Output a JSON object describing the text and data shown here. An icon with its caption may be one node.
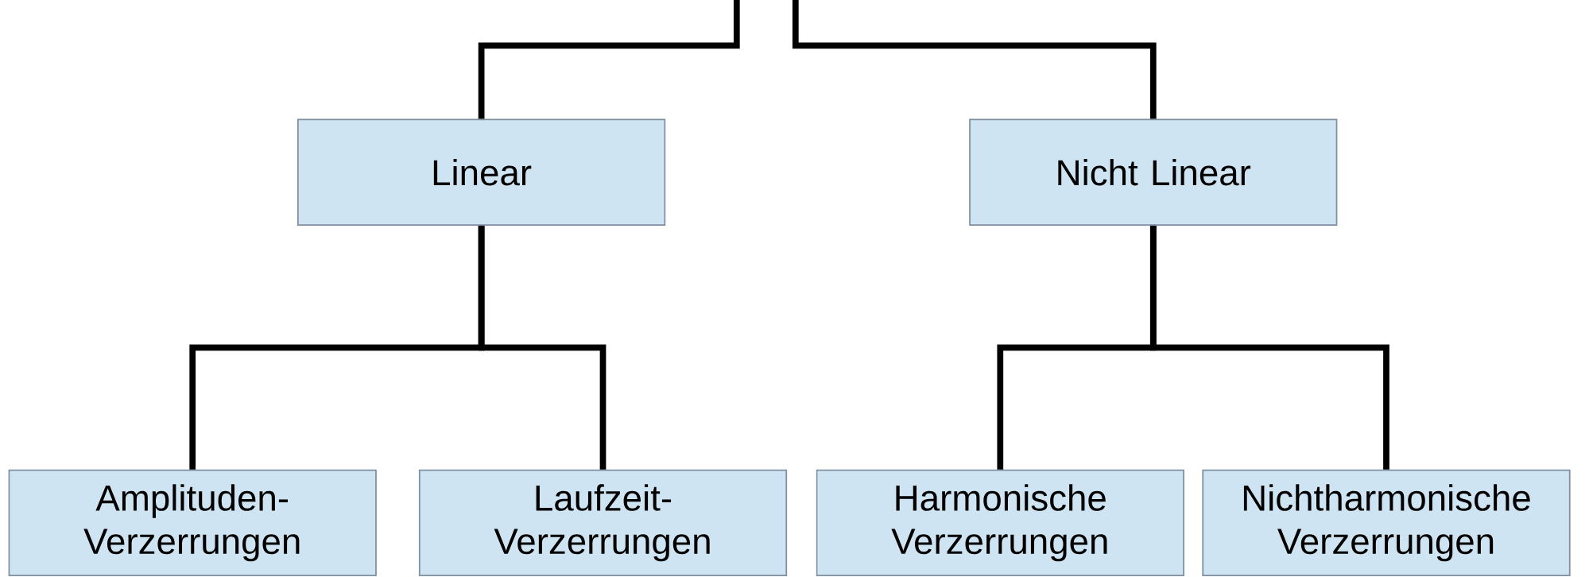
{
  "diagram": {
    "nodes": [
      {
        "text": [
          "Linear"
        ]
      },
      {
        "text": [
          "Nicht Linear"
        ]
      },
      {
        "text": [
          "Amplituden- Verzerrungen"
        ]
      },
      {
        "text": [
          "Laufzeit- Verzerrungen"
        ]
      },
      {
        "text": [
          "Harmonische Verzerrungen"
        ]
      },
      {
        "text": [
          "Nichtharmonische Verzerrungen"
        ]
      }
    ],
    "edges": [
      {
        "from": null,
        "to": 0,
        "arrow": "none"
      },
      {
        "from": null,
        "to": 1,
        "arrow": "none"
      },
      {
        "from": 0,
        "to": 2,
        "arrow": "none"
      },
      {
        "from": 0,
        "to": 3,
        "arrow": "none"
      },
      {
        "from": 1,
        "to": 4,
        "arrow": "none"
      },
      {
        "from": 1,
        "to": 5,
        "arrow": "none"
      }
    ]
  }
}
